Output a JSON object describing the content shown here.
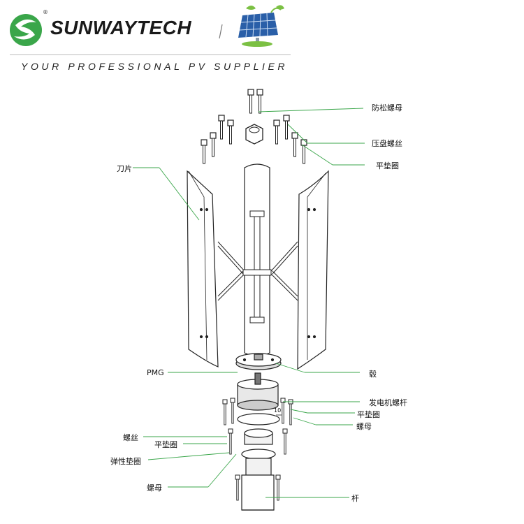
{
  "header": {
    "brand_name": "SUNWAYTECH",
    "registered_mark": "®",
    "slogan": "YOUR PROFESSIONAL PV SUPPLIER",
    "logo_icon": "green-s-swoosh-logo",
    "solar_icon": "solar-panel-with-leaves-icon",
    "brand_color": "#3aa64a"
  },
  "labels": {
    "lock_nut": "防松螺母",
    "pressure_plate_screw": "压盘螺丝",
    "flat_washer_top": "平垫圈",
    "blade": "刀片",
    "pmg": "PMG",
    "hub": "毂",
    "generator_bolt": "发电机螺杆",
    "flat_washer_right": "平垫圈",
    "nut_right": "螺母",
    "screw": "螺丝",
    "flat_washer_left": "平垫圈",
    "spring_washer": "弹性垫圈",
    "nut_left": "螺母",
    "pole": "杆",
    "dimension_10": "10"
  }
}
